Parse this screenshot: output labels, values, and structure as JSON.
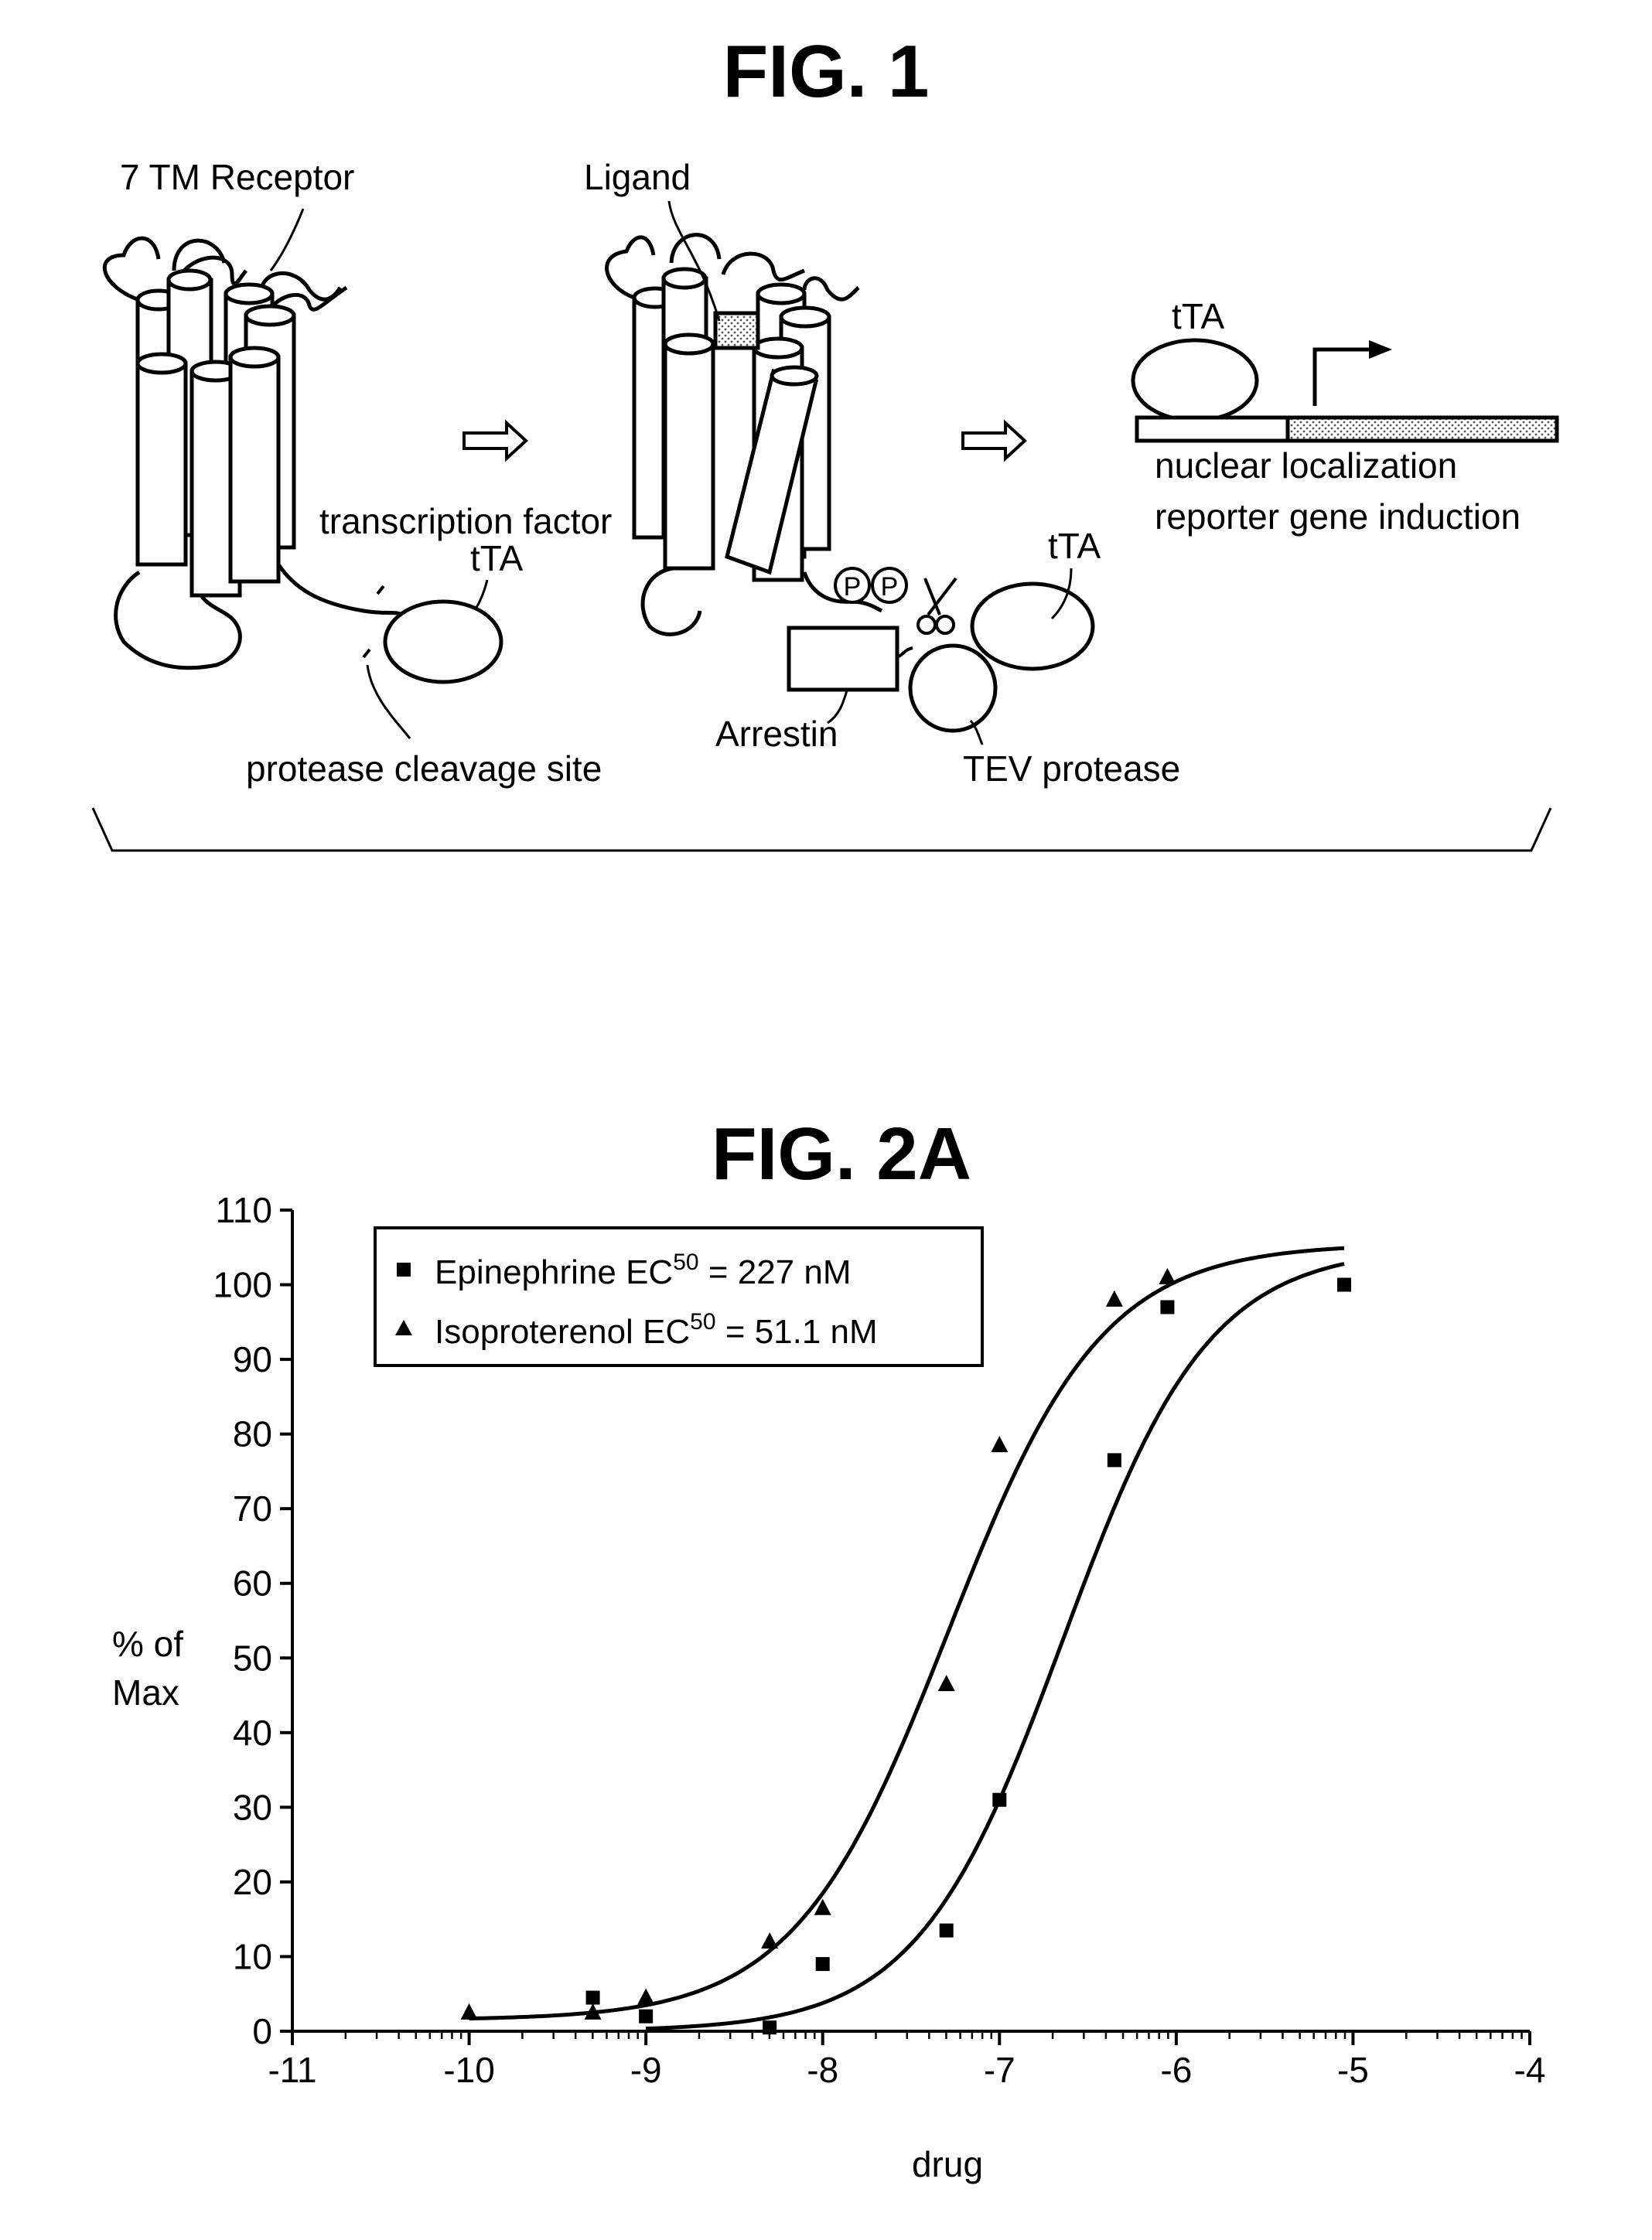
{
  "fig1": {
    "title": "FIG. 1",
    "labels": {
      "receptor": "7 TM Receptor",
      "ligand": "Ligand",
      "tf": "transcription factor",
      "tta_left": "tTA",
      "cleavage": "protease cleavage site",
      "tta_mid": "tTA",
      "tta_right": "tTA",
      "arrestin": "Arrestin",
      "tev": "TEV protease",
      "nuclear": "nuclear localization",
      "reporter": "reporter gene induction",
      "phospho": "P"
    }
  },
  "fig2a": {
    "title": "FIG. 2A",
    "ylabel_line1": "% of",
    "ylabel_line2": "Max",
    "xlabel": "drug",
    "legend": [
      {
        "marker": "square",
        "name_prefix": "Epinephrine EC",
        "sup": "50",
        "name_suffix": " = 227 nM"
      },
      {
        "marker": "triangle",
        "name_prefix": "Isoproterenol EC",
        "sup": "50",
        "name_suffix": " = 51.1 nM"
      }
    ]
  },
  "chart_data": {
    "type": "scatter",
    "xlabel": "drug",
    "ylabel": "% of Max",
    "xlim": [
      -11,
      -4
    ],
    "ylim": [
      0,
      110
    ],
    "x_ticks": [
      -11,
      -10,
      -9,
      -8,
      -7,
      -6,
      -5,
      -4
    ],
    "y_ticks": [
      0,
      10,
      20,
      30,
      40,
      50,
      60,
      70,
      80,
      90,
      100,
      110
    ],
    "legend_position": "top-left",
    "grid": false,
    "series": [
      {
        "name": "Epinephrine EC50 = 227 nM",
        "marker": "square",
        "x": [
          -9.3,
          -9.0,
          -8.3,
          -8.0,
          -7.3,
          -7.0,
          -6.35,
          -6.05,
          -5.05
        ],
        "y": [
          4.5,
          2.0,
          0.5,
          9.0,
          13.5,
          31.0,
          76.5,
          97.0,
          100.0
        ],
        "fit": {
          "bottom": 0.0,
          "top": 105.0,
          "logEC50": -6.64,
          "hill": 1.05,
          "x_range": [
            -9.0,
            -5.05
          ]
        }
      },
      {
        "name": "Isoproterenol EC50 = 51.1 nM",
        "marker": "triangle",
        "x": [
          -10.0,
          -9.3,
          -9.0,
          -8.3,
          -8.0,
          -7.3,
          -7.0,
          -6.35,
          -6.05
        ],
        "y": [
          2.5,
          2.5,
          4.5,
          12.0,
          16.5,
          46.5,
          78.5,
          98.0,
          101.0
        ],
        "fit": {
          "bottom": 1.5,
          "top": 105.5,
          "logEC50": -7.29,
          "hill": 1.0,
          "x_range": [
            -10.0,
            -5.05
          ]
        }
      }
    ]
  }
}
